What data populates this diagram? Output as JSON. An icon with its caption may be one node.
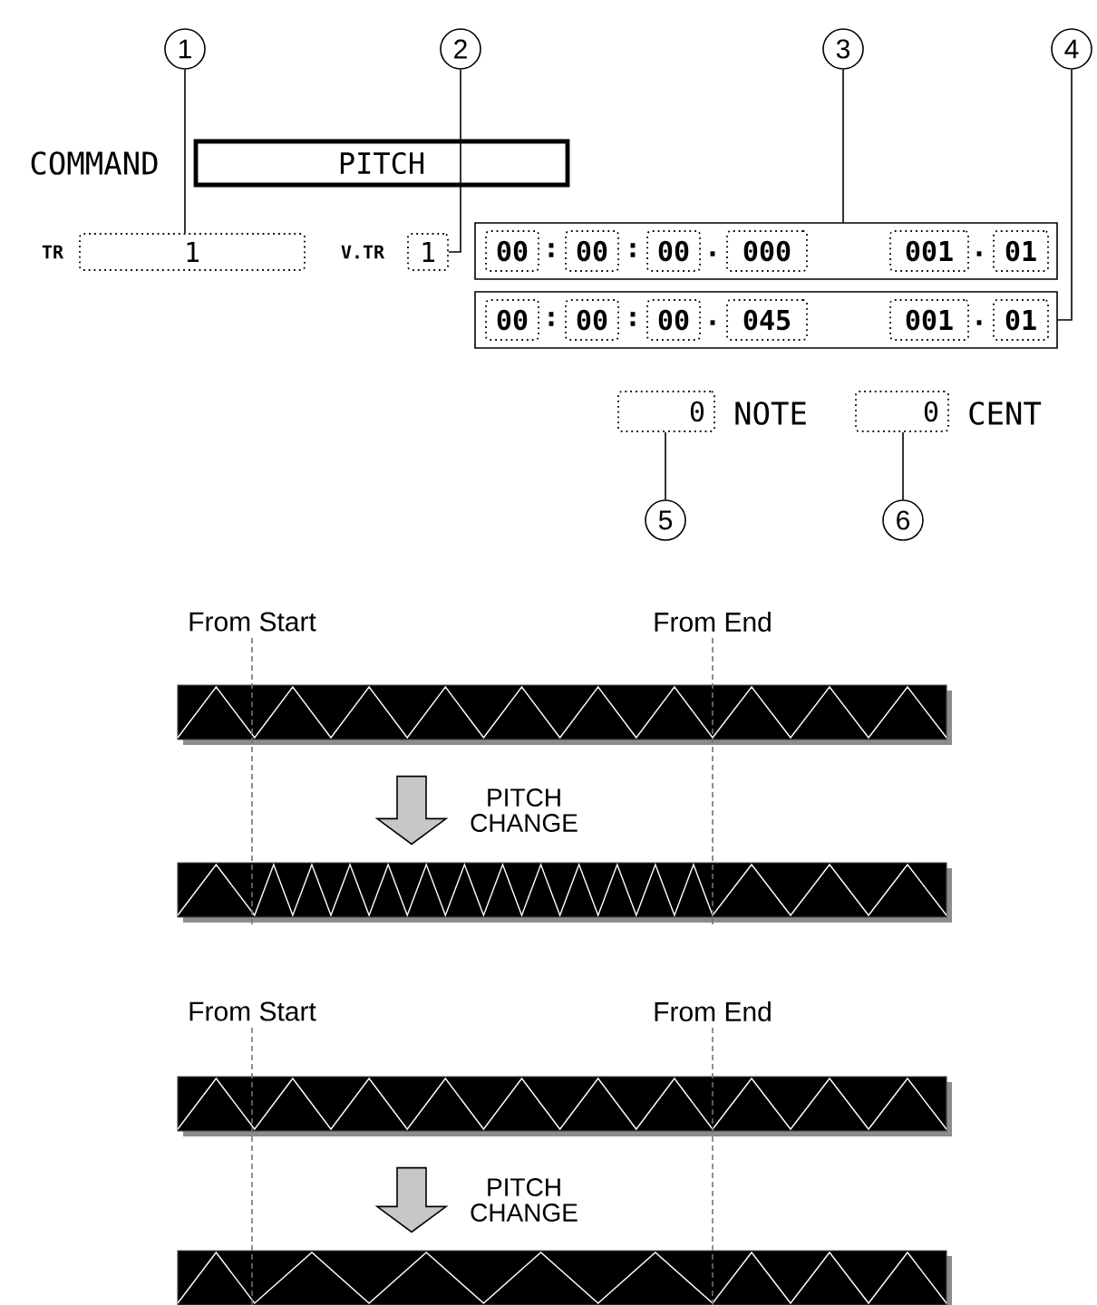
{
  "diagram": {
    "nodes": [
      {
        "text": [
          "1"
        ]
      },
      {
        "text": [
          "2"
        ]
      },
      {
        "text": [
          "3"
        ]
      },
      {
        "text": [
          "4"
        ]
      },
      {
        "text": [
          "PITCH"
        ]
      },
      {
        "text": [
          "1"
        ]
      },
      {
        "text": [
          "1"
        ]
      },
      {
        "text": [],
        "shape": "box"
      },
      {
        "text": [
          "00"
        ],
        "in": 7
      },
      {
        "text": [
          "00"
        ],
        "in": 7
      },
      {
        "text": [
          "00"
        ],
        "in": 7
      },
      {
        "text": [
          "000"
        ],
        "in": 7
      },
      {
        "text": [
          "001"
        ],
        "in": 7
      },
      {
        "text": [
          "01"
        ],
        "in": 7
      },
      {
        "text": [],
        "shape": "box"
      },
      {
        "text": [
          "00"
        ],
        "in": 14
      },
      {
        "text": [
          "00"
        ],
        "in": 14
      },
      {
        "text": [
          "00"
        ],
        "in": 14
      },
      {
        "text": [
          "045"
        ],
        "in": 14
      },
      {
        "text": [
          "001"
        ],
        "in": 14
      },
      {
        "text": [
          "01"
        ],
        "in": 14
      },
      {
        "text": [
          "0"
        ]
      },
      {
        "text": [
          "0"
        ]
      },
      {
        "text": [
          "5"
        ]
      },
      {
        "text": [
          "6"
        ]
      },
      {
        "text": [],
        "shape": "bar"
      },
      {
        "text": [],
        "shape": "bar"
      },
      {
        "text": [],
        "shape": "bar"
      },
      {
        "text": [],
        "shape": "bar"
      }
    ],
    "edges": [
      {
        "from": 0,
        "to": 5,
        "arrow": "none"
      },
      {
        "from": 1,
        "to": 6,
        "arrow": "none"
      },
      {
        "from": 2,
        "to": 7,
        "arrow": "none"
      },
      {
        "from": 3,
        "to": 14,
        "arrow": "none"
      },
      {
        "from": 23,
        "to": 21,
        "arrow": "none"
      },
      {
        "from": 24,
        "to": 22,
        "arrow": "none"
      },
      {
        "from": 25,
        "to": 26,
        "arrow": "to",
        "label": "PITCH CHANGE"
      },
      {
        "from": 27,
        "to": 28,
        "arrow": "to",
        "label": "PITCH CHANGE"
      }
    ],
    "labels": [
      "COMMAND",
      "TR",
      "V.TR",
      ":",
      ":",
      ".",
      ".",
      ":",
      ":",
      ".",
      ".",
      "NOTE",
      "CENT",
      "From Start",
      "From End",
      "From Start",
      "From End"
    ]
  }
}
